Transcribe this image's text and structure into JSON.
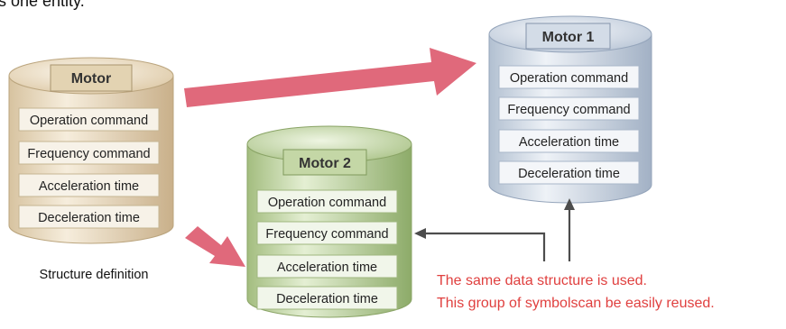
{
  "top_fragment": "s one entity.",
  "caption": "Structure definition",
  "note": {
    "line1": "The same data structure is used.",
    "line2": "This group of symbolscan be easily reused."
  },
  "fields": {
    "operation": "Operation command",
    "frequency": "Frequency command",
    "acceleration": "Acceleration time",
    "deceleration": "Deceleration time"
  },
  "motor_base": {
    "title": "Motor",
    "color": "#e2d1b1"
  },
  "motor_2": {
    "title": "Motor 2",
    "color": "#b8cf98"
  },
  "motor_1": {
    "title": "Motor 1",
    "color": "#c2cedc"
  },
  "colors": {
    "arrow_pink": "#e0697b",
    "connector": "#4d4d4d",
    "note_red": "#e0403f"
  }
}
